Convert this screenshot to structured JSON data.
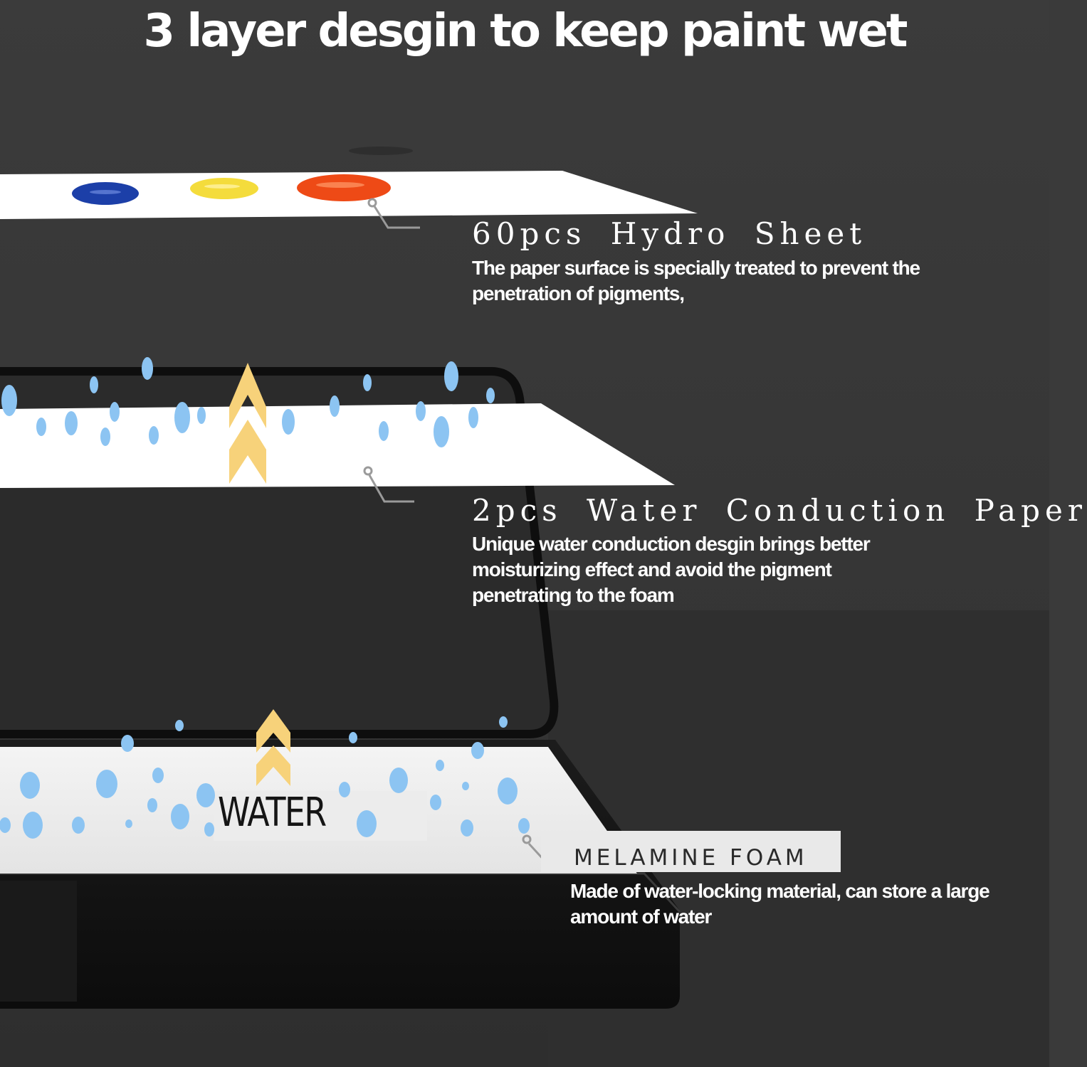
{
  "headline": "3 layer desgin to keep paint wet",
  "layers": [
    {
      "title": "60pcs Hydro Sheet",
      "description": "The paper surface is specially treated to prevent the penetration of pigments,"
    },
    {
      "title": "2pcs Water Conduction Paper",
      "description": "Unique water conduction desgin brings better moisturizing effect and avoid the pigment penetrating to the foam"
    },
    {
      "title": "MELAMINE FOAM",
      "description": "Made of water-locking material, can store a large amount of water"
    }
  ],
  "water_label": "WATER",
  "colors": {
    "background": "#3a3a3a",
    "case": "#111111",
    "sheet": "#ffffff",
    "droplet": "#8cc4f2",
    "arrow": "#f7d27a",
    "paint_blue": "#1c3fa8",
    "paint_yellow": "#f4dc3c",
    "paint_orange": "#ee4a16"
  },
  "icons": [
    "paint-dab",
    "water-droplet",
    "up-chevron-arrow",
    "leader-pin"
  ]
}
